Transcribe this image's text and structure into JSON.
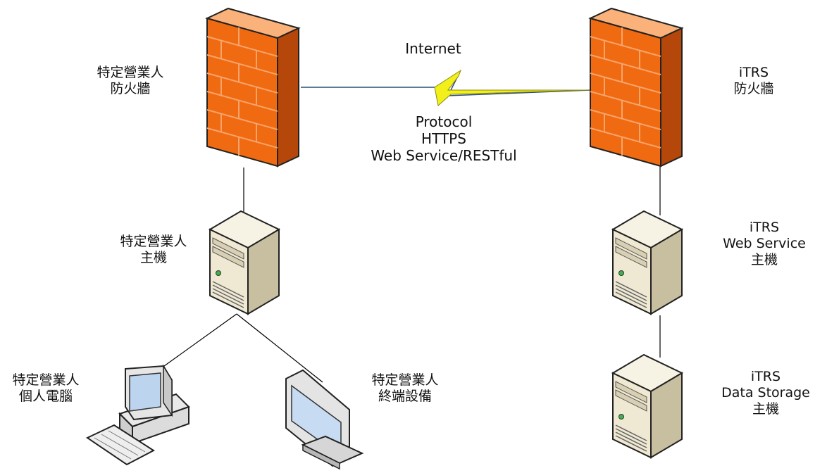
{
  "labels": {
    "left_firewall": [
      "特定營業人",
      "防火牆"
    ],
    "right_firewall": [
      "iTRS",
      "防火牆"
    ],
    "internet": "Internet",
    "protocol": [
      "Protocol",
      "HTTPS",
      "Web Service/RESTful"
    ],
    "left_host": [
      "特定營業人",
      "主機"
    ],
    "web_service_host": [
      "iTRS",
      "Web Service",
      "主機"
    ],
    "pc": [
      "特定營業人",
      "個人電腦"
    ],
    "terminal": [
      "特定營業人",
      "終端設備"
    ],
    "data_storage_host": [
      "iTRS",
      "Data Storage",
      "主機"
    ]
  },
  "icons": {
    "firewall": "firewall-icon",
    "server": "server-tower-icon",
    "pc": "desktop-computer-icon",
    "monitor": "monitor-icon",
    "link": "lightning-bolt-icon"
  },
  "colors": {
    "firewall_front": "#f06a12",
    "firewall_top": "#fbb27a",
    "firewall_side": "#b5470a",
    "bolt": "#f2ef1a",
    "wan_line": "#2a4b7c",
    "server_body": "#efe8d2",
    "server_side": "#c8bea0"
  }
}
